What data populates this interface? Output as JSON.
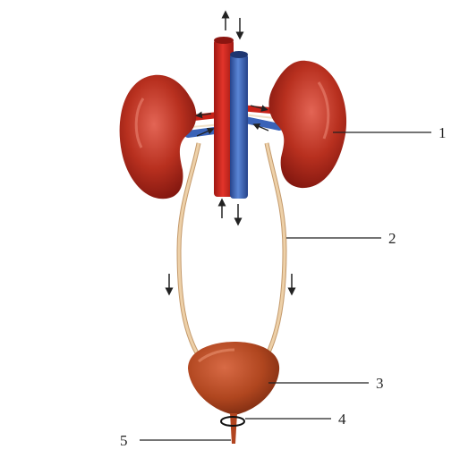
{
  "labels": [
    {
      "id": "1",
      "text": "1"
    },
    {
      "id": "2",
      "text": "2"
    },
    {
      "id": "3",
      "text": "3"
    },
    {
      "id": "4",
      "text": "4"
    },
    {
      "id": "5",
      "text": "5"
    }
  ],
  "colors": {
    "kidney": "#b52a1f",
    "kidney_highlight": "#e0594a",
    "artery": "#d8261d",
    "vein": "#3a63b8",
    "ureter": "#e9c79c",
    "ureter_edge": "#c49a6c",
    "bladder": "#b84a26",
    "leader_line": "#222222"
  }
}
